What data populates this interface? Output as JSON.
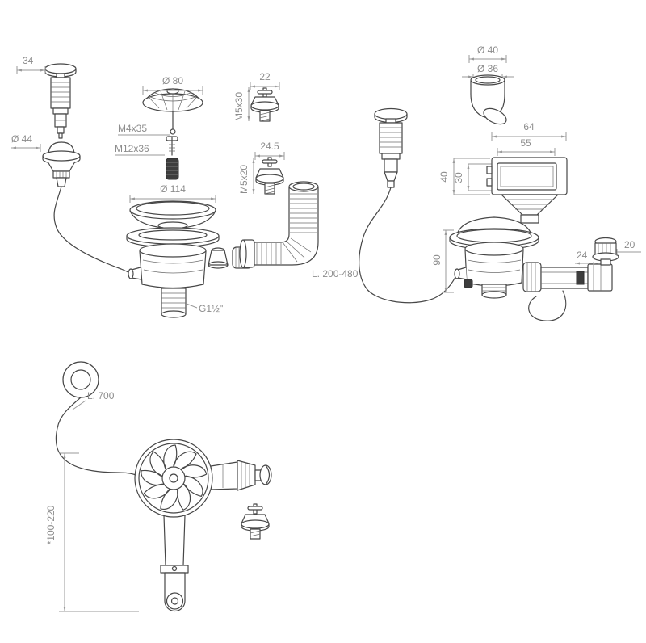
{
  "labels": {
    "dim_34": "34",
    "dia_44": "Ø 44",
    "dia_80": "Ø 80",
    "m4x35": "M4x35",
    "m12x36": "M12x36",
    "dia_114": "Ø 114",
    "thread_g": "G1½\"",
    "dim_22": "22",
    "m5x30": "M5x30",
    "dim_24_5": "24.5",
    "m5x20": "M5x20",
    "hose_length": "L. 200-480",
    "dia_40": "Ø 40",
    "dia_36": "Ø 36",
    "dim_64": "64",
    "dim_55": "55",
    "dim_40": "40",
    "dim_30": "30",
    "dim_90": "90",
    "dim_24": "24",
    "dim_20": "20",
    "cable_length": "L. 700",
    "pipe_range": "*100-220"
  },
  "colors": {
    "drawing_line": "#474747",
    "dimension_line": "#9a9a9a",
    "dimension_text": "#8c8c8c",
    "background": "#ffffff"
  }
}
